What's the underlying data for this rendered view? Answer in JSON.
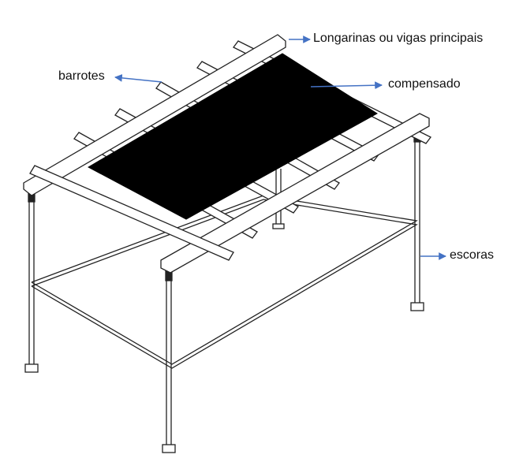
{
  "labels": {
    "main_beams": "Longarinas ou vigas principais",
    "joists": "barrotes",
    "plywood": "compensado",
    "props": "escoras"
  },
  "colors": {
    "line": "#222222",
    "plywood_fill": "#000000",
    "arrow": "#4472c4",
    "background": "#ffffff"
  }
}
